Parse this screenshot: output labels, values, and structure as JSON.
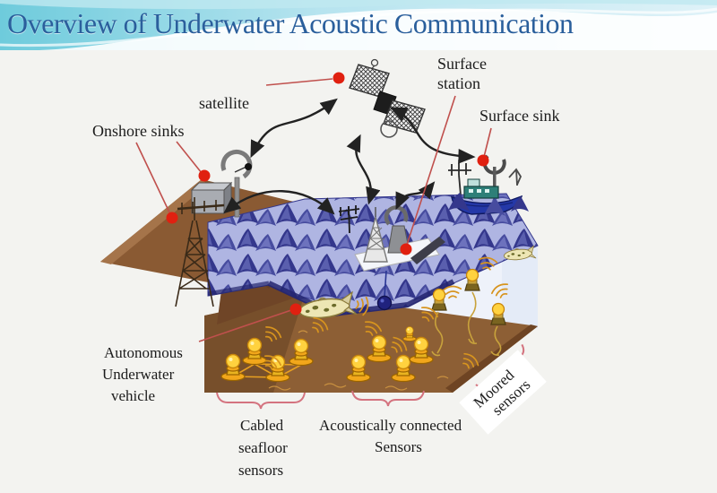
{
  "slide": {
    "title": "Overview of Underwater Acoustic Communication"
  },
  "diagram": {
    "labels": {
      "satellite": "satellite",
      "onshore_sinks": "Onshore sinks",
      "surface_station_line1": "Surface",
      "surface_station_line2": "station",
      "surface_sink": "Surface sink",
      "auv_line1": "Autonomous",
      "auv_line2": "Underwater",
      "auv_line3": "vehicle",
      "cabled_line1": "Cabled",
      "cabled_line2": "seafloor",
      "cabled_line3": "sensors",
      "acoustic_line1": "Acoustically  connected",
      "acoustic_line2": "Sensors",
      "moored_line1": "Moored",
      "moored_line2": "sensors"
    },
    "colors": {
      "title_text": "#2a5f9c",
      "title_band": "#7ccfde",
      "ocean_wave_dark": "#34378c",
      "ocean_wave_mid": "#5a5fae",
      "ocean_bg": "#afb5e2",
      "land_top": "#8a5a33",
      "land_slope": "#6f4527",
      "seafloor": "#8d5f35",
      "water_face": "#eef2fa",
      "sensor_yellow": "#ffd23f",
      "sensor_base": "#f2a71b",
      "acoustic_arc": "#d7941e",
      "marker_red": "#e02010",
      "leader_red": "#c0504d",
      "brace_pink": "#d4737f",
      "arrow_black": "#222222",
      "ship_hull": "#2438a8",
      "ship_deck": "#2e7f78"
    }
  }
}
